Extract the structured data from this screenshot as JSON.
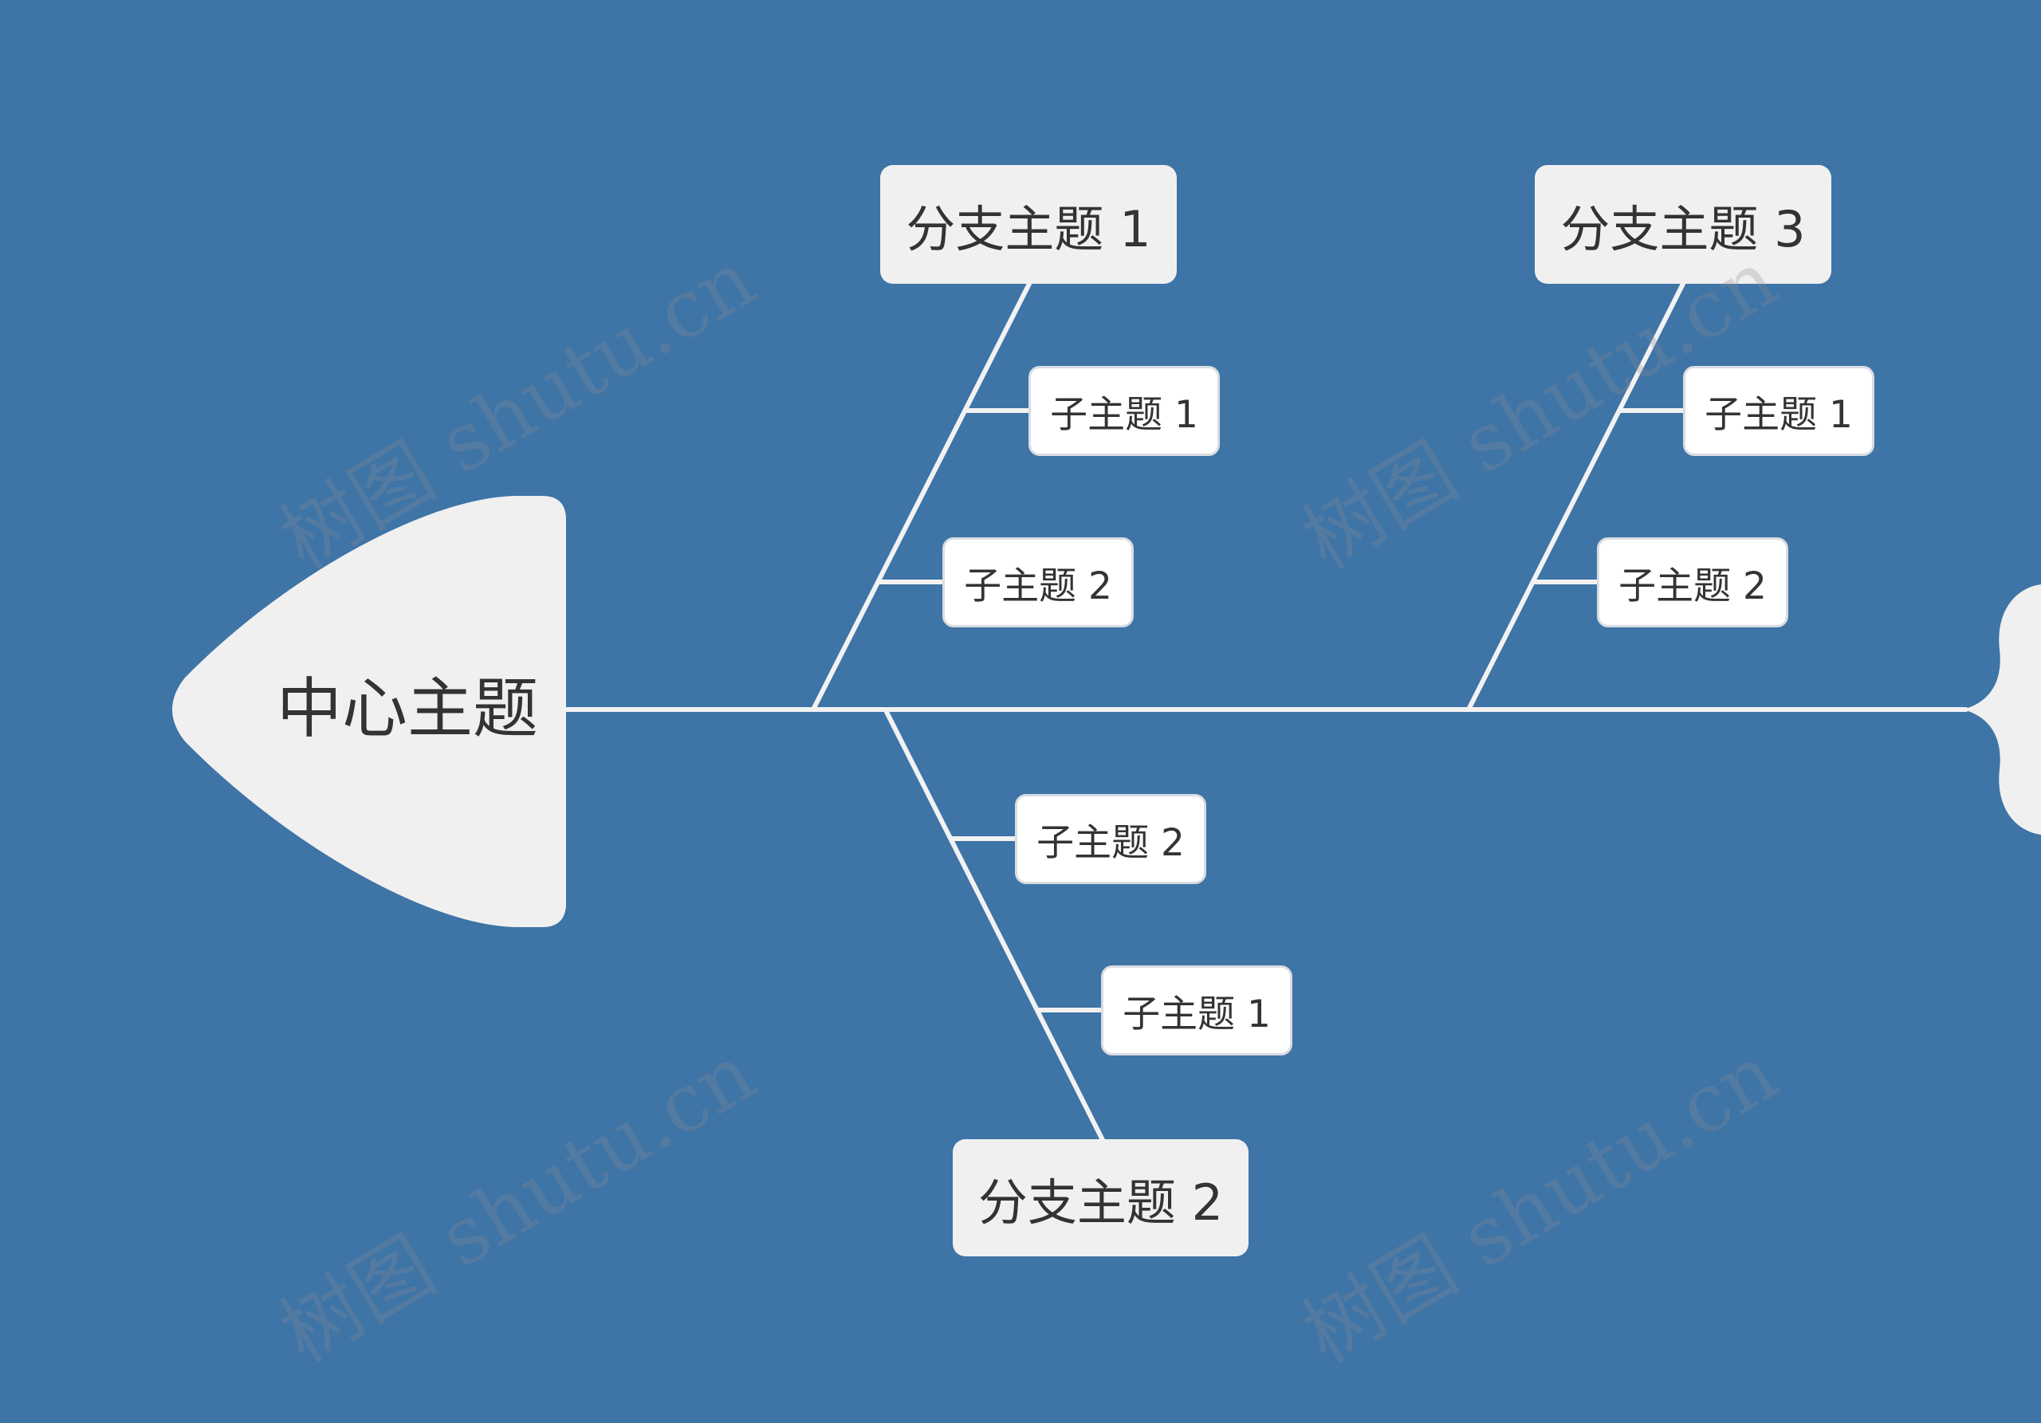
{
  "central_topic": "中心主题",
  "branches": [
    {
      "title": "分支主题 1",
      "subtopics": [
        "子主题 1",
        "子主题 2"
      ]
    },
    {
      "title": "分支主题 2",
      "subtopics": [
        "子主题 2",
        "子主题 1"
      ]
    },
    {
      "title": "分支主题 3",
      "subtopics": [
        "子主题 1",
        "子主题 2"
      ]
    }
  ],
  "watermark": "树图 shutu.cn",
  "colors": {
    "background": "#3e74a6",
    "node_fill": "#f0f0f0",
    "subnode_fill": "#ffffff",
    "line": "#f2f2f2",
    "text": "#333333"
  }
}
